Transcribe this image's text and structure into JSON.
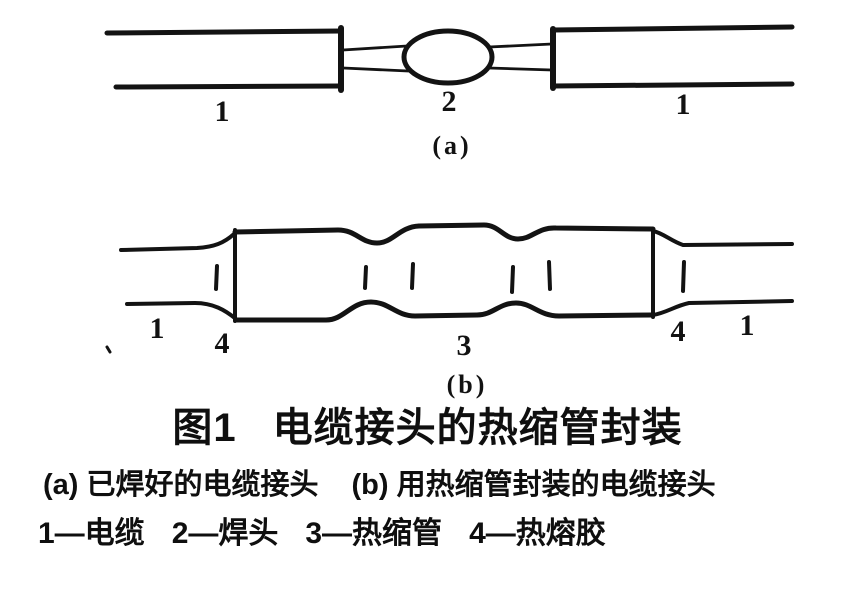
{
  "colors": {
    "ink": "#131313",
    "paper": "#ffffff"
  },
  "figure_a": {
    "labels": {
      "left_cable": "1",
      "joint": "2",
      "right_cable": "1"
    },
    "sublabel": "(a)"
  },
  "figure_b": {
    "labels": {
      "left_cable": "1",
      "left_adhesive": "4",
      "tube": "3",
      "right_adhesive": "4",
      "right_cable": "1"
    },
    "sublabel": "(b)"
  },
  "caption": {
    "figure_number": "图1",
    "title": "电缆接头的热缩管封装"
  },
  "legend": {
    "line1_a": "(a) 已焊好的电缆接头",
    "line1_b": "(b) 用热缩管封装的电缆接头",
    "line2_items": [
      "1—电缆",
      "2—焊头",
      "3—热缩管",
      "4—热熔胶"
    ]
  }
}
